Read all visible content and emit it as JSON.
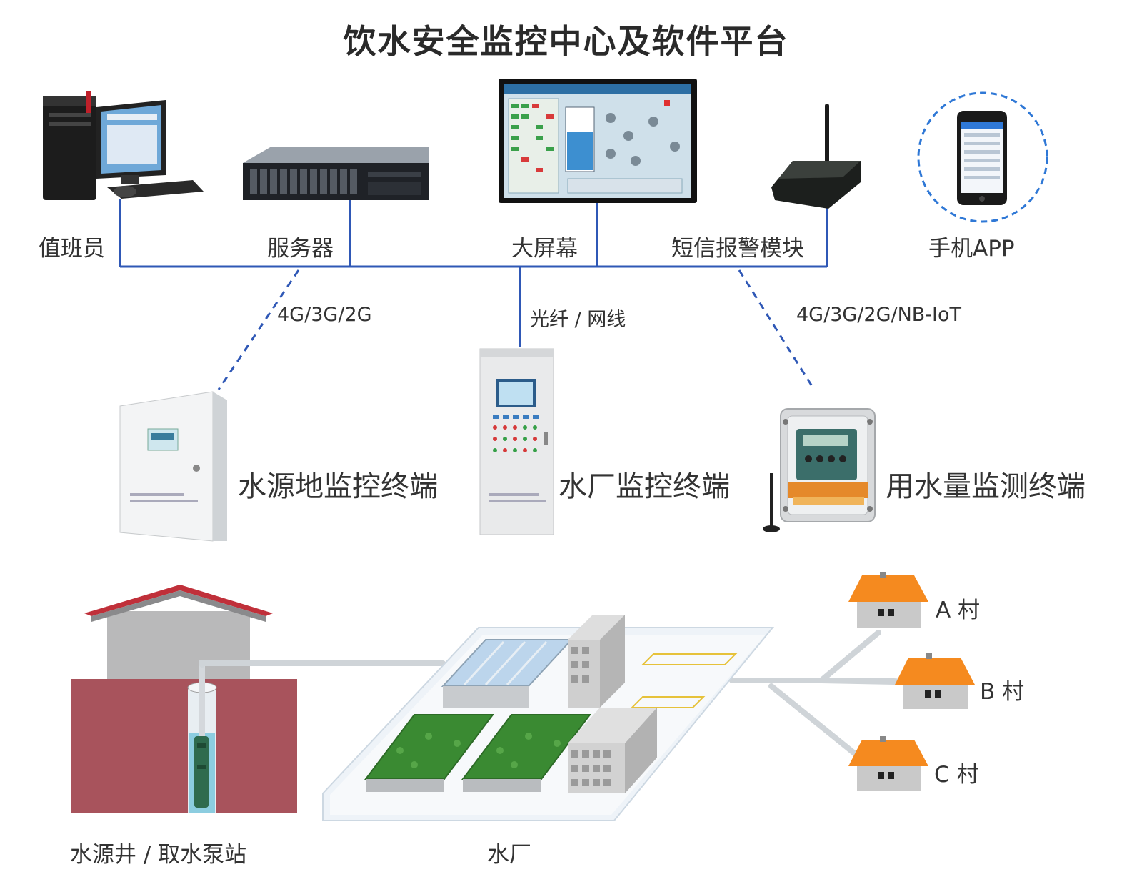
{
  "title": "饮水安全监控中心及软件平台",
  "center_nodes": {
    "operator": "值班员",
    "server": "服务器",
    "big_screen": "大屏幕",
    "sms_module": "短信报警模块",
    "mobile_app": "手机APP"
  },
  "links": {
    "left": "4G/3G/2G",
    "middle": "光纤 / 网线",
    "right": "4G/3G/2G/NB-IoT"
  },
  "terminals": {
    "source": "水源地监控终端",
    "plant": "水厂监控终端",
    "usage": "用水量监测终端"
  },
  "sites": {
    "well": "水源井 / 取水泵站",
    "plant": "水厂",
    "village_a": "A 村",
    "village_b": "B 村",
    "village_c": "C 村"
  },
  "colors": {
    "bus_line": "#2f58b6",
    "roof": "#f58a1f",
    "well_ground": "#a8535c",
    "grass": "#3a8a32"
  }
}
